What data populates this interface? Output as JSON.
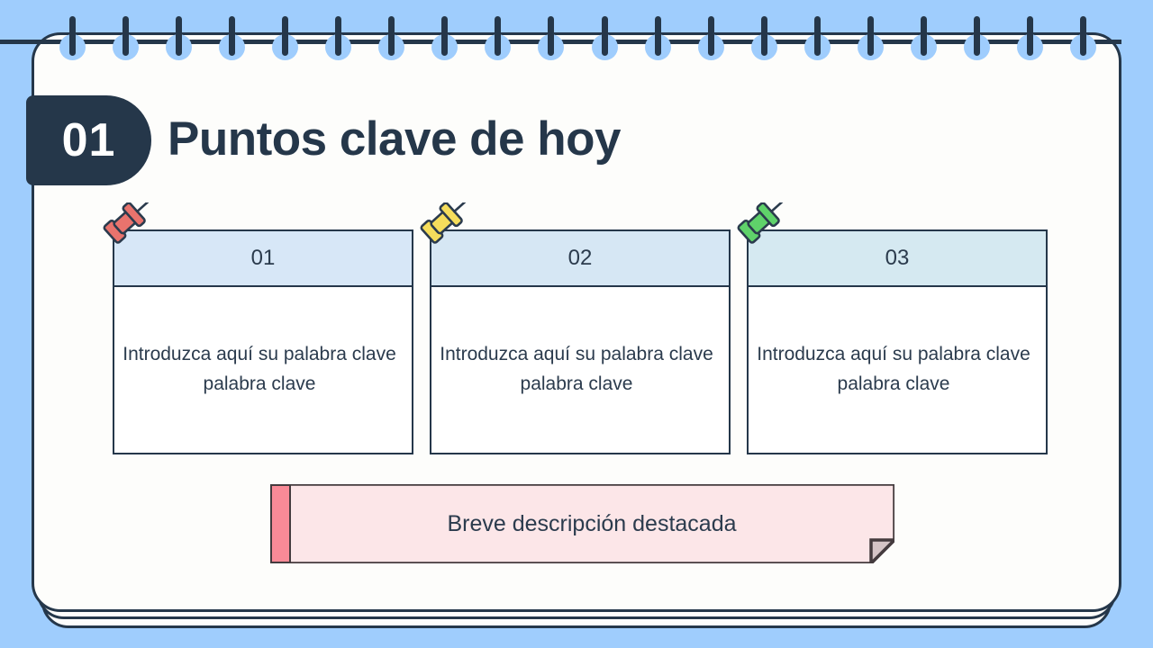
{
  "slide": {
    "section_number": "01",
    "title": "Puntos clave de hoy",
    "background_color": "#9fcdfd",
    "paper_color": "#fdfdfb",
    "ink_color": "#25374a"
  },
  "binding": {
    "ring_count": 20,
    "ring_color": "#25374a",
    "hole_color": "#9fcdfd"
  },
  "cards": [
    {
      "number": "01",
      "line1": "Introduzca aquí su palabra clave",
      "line2": "palabra clave",
      "header_color": "#d7e7f7",
      "pin_name": "pushpin-icon-red",
      "pin_color": "#e8736d",
      "pin_color_dark": "#c7524f"
    },
    {
      "number": "02",
      "line1": "Introduzca aquí su palabra clave",
      "line2": "palabra clave",
      "header_color": "#d6e7f4",
      "pin_name": "pushpin-icon-yellow",
      "pin_color": "#f5dd5c",
      "pin_color_dark": "#d8bb3c"
    },
    {
      "number": "03",
      "line1": "Introduzca aquí su palabra clave",
      "line2": "palabra clave",
      "header_color": "#d5e9f1",
      "pin_name": "pushpin-icon-green",
      "pin_color": "#5fd26a",
      "pin_color_dark": "#3da84d"
    }
  ],
  "banner": {
    "text": "Breve descripción destacada",
    "background_color": "#fce6e8",
    "accent_color": "#f98a97",
    "border_color": "#443b3e",
    "fold_color": "#d4c4c6"
  }
}
